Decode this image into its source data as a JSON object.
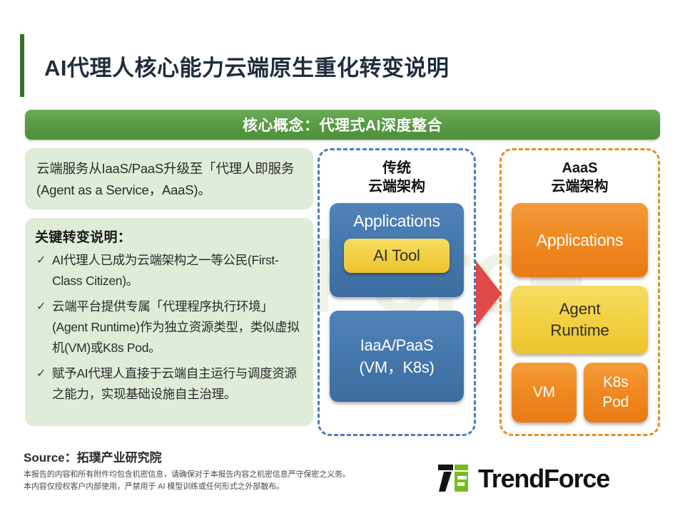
{
  "page": {
    "title": "AI代理人核心能力云端原生重化转变说明",
    "accent_green": "#3a7028"
  },
  "concept_banner": {
    "text": "核心概念：代理式AI深度整合",
    "color": "#599a44"
  },
  "left_column": {
    "summary": "云端服务从IaaS/PaaS升级至「代理人即服务(Agent as a Service，AaaS)。",
    "keypoints_heading": "关键转变说明：",
    "bullets": [
      {
        "marker": "✓",
        "text": "AI代理人已成为云端架构之一等公民(First-Class Citizen)。"
      },
      {
        "marker": "✓",
        "text": "云端平台提供专属「代理程序执行环境」(Agent  Runtime)作为独立资源类型，类似虚拟机(VM)或K8s Pod。"
      },
      {
        "marker": "✓",
        "text": "赋予AI代理人直接于云端自主运行与调度资源之能力，实现基础设施自主治理。"
      }
    ],
    "card_color": "#dfecd8"
  },
  "panels": {
    "traditional": {
      "heading_line1": "传统",
      "heading_line2": "云端架构",
      "border_color": "#4a7ebb",
      "blocks": {
        "applications": "Applications",
        "ai_tool": "AI Tool",
        "infra_line1": "IaaA/PaaS",
        "infra_line2": "(VM，K8s)"
      }
    },
    "aaas": {
      "heading_line1": "AaaS",
      "heading_line2": "云端架构",
      "border_color": "#eb8b22",
      "blocks": {
        "applications": "Applications",
        "agent_runtime_line1": "Agent",
        "agent_runtime_line2": "Runtime",
        "vm": "VM",
        "k8s_line1": "K8s",
        "k8s_line2": "Pod"
      }
    },
    "arrow_color": "#e04a46"
  },
  "footer": {
    "source": "Source：拓璞产业研究院",
    "disclaimer_line1": "本报告的内容和所有附件均包含机密信息，请确保对于本报告内容之机密信息严守保密之义务。",
    "disclaimer_line2": "本内容仅授权客户内部使用，严禁用于 AI 模型训练或任何形式之外部散布。",
    "logo_text": "TrendForce",
    "logo_green": "#77bc1f"
  },
  "watermark": {
    "text": "TrendForce"
  }
}
